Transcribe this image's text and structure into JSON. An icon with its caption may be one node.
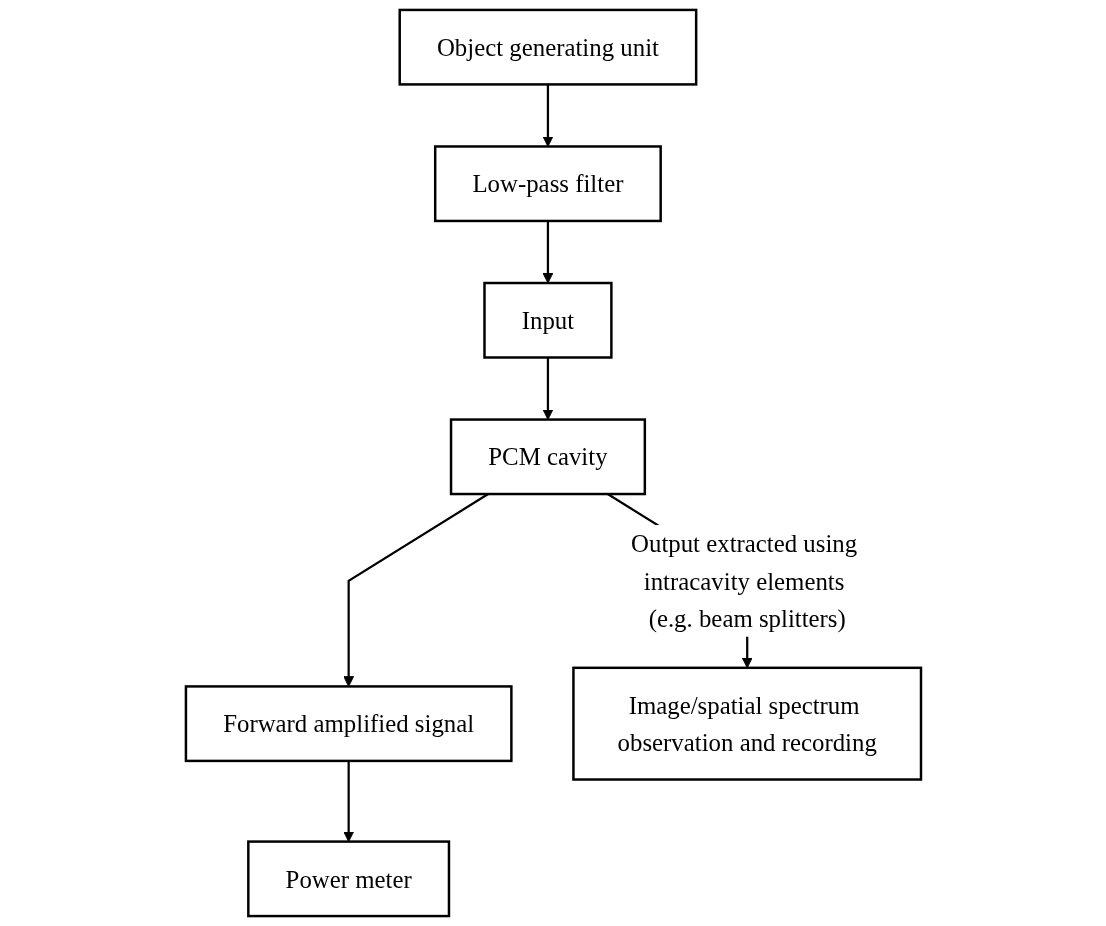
{
  "diagram": {
    "nodes": [
      {
        "text": [
          "Object generating unit"
        ]
      },
      {
        "text": [
          "Low-pass filter"
        ]
      },
      {
        "text": [
          "Input"
        ]
      },
      {
        "text": [
          "PCM cavity"
        ]
      },
      {
        "text": [
          "Forward amplified signal"
        ]
      },
      {
        "text": [
          "Power meter"
        ]
      },
      {
        "text": [
          "Image/spatial spectrum observation and recording"
        ]
      }
    ],
    "edges": [
      {
        "from": 0,
        "to": 1,
        "arrow": "to"
      },
      {
        "from": 1,
        "to": 2,
        "arrow": "to"
      },
      {
        "from": 2,
        "to": 3,
        "arrow": "to"
      },
      {
        "from": 3,
        "to": 4,
        "arrow": "to"
      },
      {
        "from": 4,
        "to": 5,
        "arrow": "to"
      },
      {
        "from": 3,
        "to": 6,
        "label": "Output extracted using intracavity elements (e.g. beam splitters)",
        "arrow": "to"
      }
    ]
  }
}
